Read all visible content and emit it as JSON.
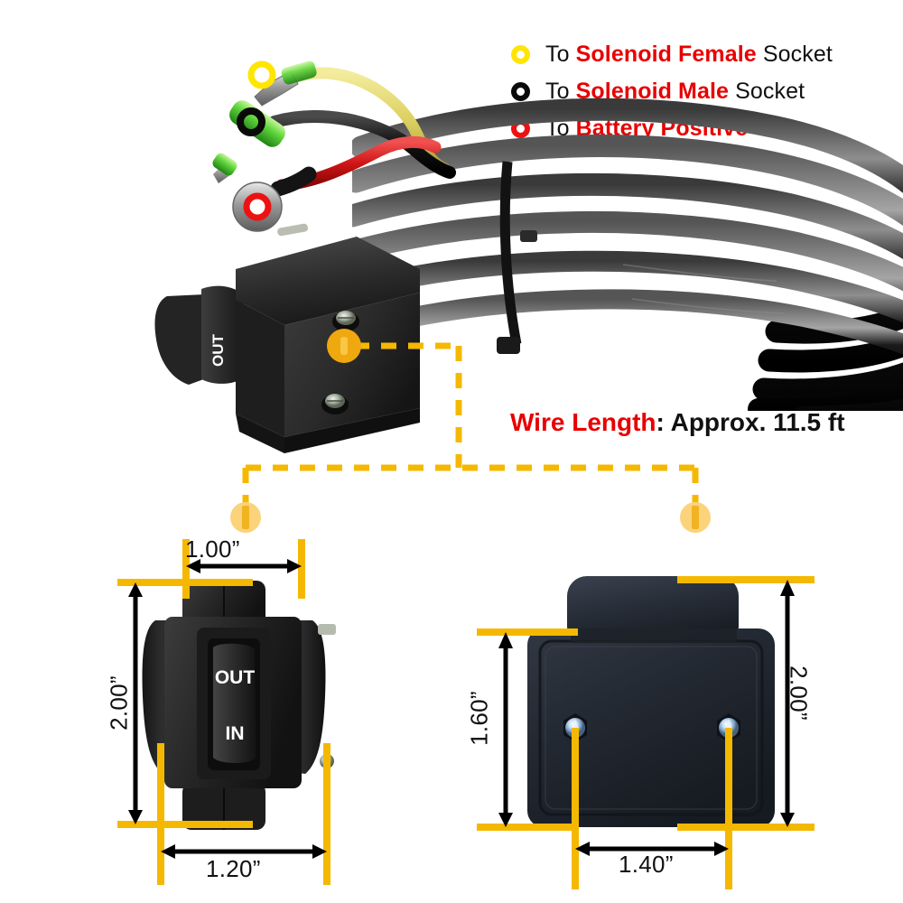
{
  "legend": {
    "items": [
      {
        "marker": "yellow-ring-icon",
        "color": "#FFE500",
        "pre": "To ",
        "highlight": "Solenoid Female",
        "post": " Socket"
      },
      {
        "marker": "black-ring-icon",
        "color": "#0a0a0a",
        "pre": "To ",
        "highlight": "Solenoid Male",
        "post": " Socket"
      },
      {
        "marker": "red-ring-icon",
        "color": "#EE1111",
        "pre": "To ",
        "highlight": "Battery Positive",
        "post": ""
      }
    ]
  },
  "annotations": {
    "wire_length_label": "Wire Length",
    "wire_length_sep": ": ",
    "wire_length_value": "Approx. 11.5 ft"
  },
  "product": {
    "rocker_top_label": "OUT",
    "rocker_bottom_label": "IN",
    "photo_rocker_label": "OUT"
  },
  "diagrams": {
    "front": {
      "name": "front-view",
      "top_dimension": "1.00”",
      "left_dimension": "2.00”",
      "bottom_dimension": "1.20”",
      "switch_top_text": "OUT",
      "switch_bottom_text": "IN"
    },
    "back": {
      "name": "back-view",
      "left_dimension": "1.60”",
      "right_dimension": "2.00”",
      "bottom_dimension": "1.40”"
    }
  },
  "colors": {
    "accent_yellow": "#F5B800",
    "dot_solid": "#EFA80E",
    "dot_pale": "#FBD37A",
    "highlight_red": "#E80000",
    "text_dark": "#111111",
    "wire_yellow": "#E8DC6A",
    "wire_red": "#D61F1F",
    "wire_black": "#151515",
    "connector_green": "#5BD23A"
  }
}
